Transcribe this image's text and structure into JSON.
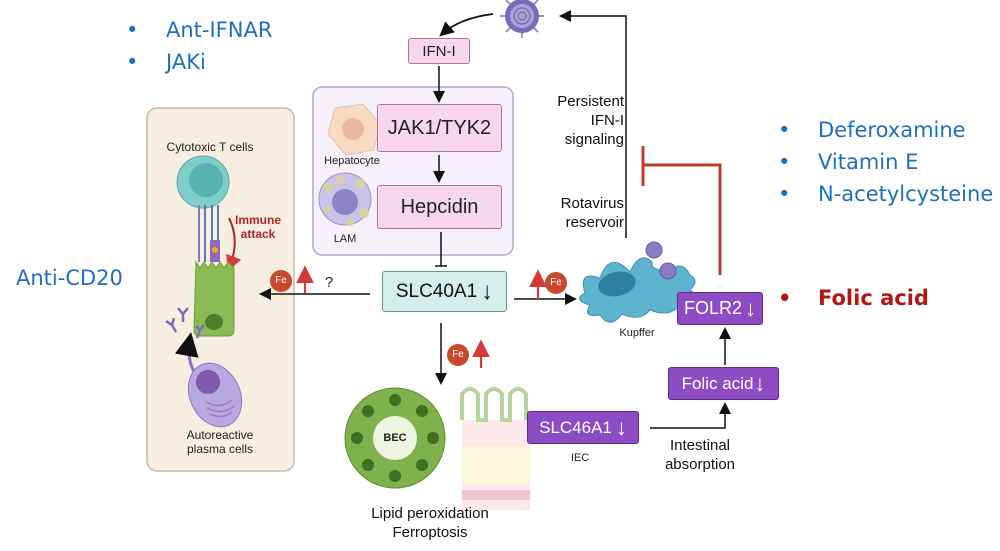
{
  "therapies": {
    "ifn_block": [
      "Ant-IFNAR",
      "JAKi"
    ],
    "b_cell": "Anti-CD20",
    "antioxidant": [
      "Deferoxamine",
      "Vitamin E",
      "N-acetylcysteine"
    ],
    "folate": "Folic acid"
  },
  "nodes": {
    "ifn": "IFN-I",
    "jak": "JAK1/TYK2",
    "hepcidin": "Hepcidin",
    "slc40a1": "SLC40A1",
    "folr2": "FOLR2",
    "folic_acid": "Folic acid",
    "slc46a1": "SLC46A1"
  },
  "cell_labels": {
    "hepatocyte": "Hepatocyte",
    "lam": "LAM",
    "t_cells": "Cytotoxic T cells",
    "immune_attack_1": "Immune",
    "immune_attack_2": "attack",
    "plasma_1": "Autoreactive",
    "plasma_2": "plasma cells",
    "kupffer": "Kupffer",
    "bec": "BEC",
    "iec": "IEC",
    "fe": "Fe"
  },
  "annotations": {
    "persistent": [
      "Persistent",
      "IFN-I",
      "signaling"
    ],
    "reservoir": [
      "Rotavirus",
      "reservoir"
    ],
    "intestinal": [
      "Intestinal",
      "absorption"
    ],
    "outcome": [
      "Lipid peroxidation",
      "Ferroptosis"
    ],
    "question": "?"
  },
  "colors": {
    "therapy_blue": "#1f6fbf",
    "folate_red": "#b01616",
    "inhibition_red": "#c0392b",
    "purple_box": "#8e4cc4"
  }
}
